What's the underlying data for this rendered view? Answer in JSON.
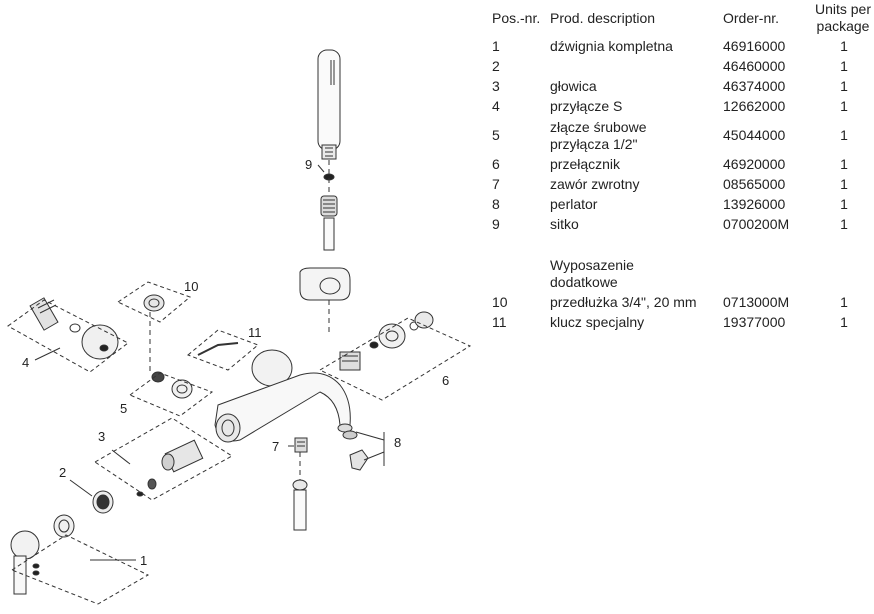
{
  "table": {
    "headers": {
      "pos": "Pos.-nr.",
      "desc": "Prod. description",
      "order": "Order-nr.",
      "units": "Units per package"
    },
    "rows": [
      {
        "pos": "1",
        "desc": "dźwignia kompletna",
        "order": "46916000",
        "qty": "1"
      },
      {
        "pos": "2",
        "desc": "",
        "order": "46460000",
        "qty": "1"
      },
      {
        "pos": "3",
        "desc": "głowica",
        "order": "46374000",
        "qty": "1"
      },
      {
        "pos": "4",
        "desc": "przyłącze S",
        "order": "12662000",
        "qty": "1"
      },
      {
        "pos": "5",
        "desc": "złącze śrubowe",
        "desc2": "przyłącza 1/2\"",
        "order": "45044000",
        "qty": "1"
      },
      {
        "pos": "6",
        "desc": "przełącznik",
        "order": "46920000",
        "qty": "1"
      },
      {
        "pos": "7",
        "desc": "zawór zwrotny",
        "order": "08565000",
        "qty": "1"
      },
      {
        "pos": "8",
        "desc": "perlator",
        "order": "13926000",
        "qty": "1"
      },
      {
        "pos": "9",
        "desc": "sitko",
        "order": "0700200M",
        "qty": "1"
      }
    ],
    "accessories_title_1": "Wyposazenie",
    "accessories_title_2": "dodatkowe",
    "accessory_rows": [
      {
        "pos": "10",
        "desc": "przedłużka 3/4\", 20 mm",
        "order": "0713000M",
        "qty": "1"
      },
      {
        "pos": "11",
        "desc": "klucz specjalny",
        "order": "19377000",
        "qty": "1"
      }
    ]
  },
  "diagram": {
    "callouts": [
      "1",
      "2",
      "3",
      "4",
      "5",
      "6",
      "7",
      "8",
      "9",
      "10",
      "11"
    ]
  }
}
